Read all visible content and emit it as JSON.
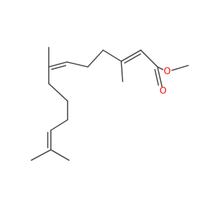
{
  "molecule": {
    "atoms": [
      {
        "id": "O1",
        "symbol": "O"
      },
      {
        "id": "O2",
        "symbol": "O"
      }
    ],
    "colors": {
      "bond": "#4a4a4a",
      "oxygen": "#ff0d0d",
      "background": "#ffffff"
    }
  }
}
